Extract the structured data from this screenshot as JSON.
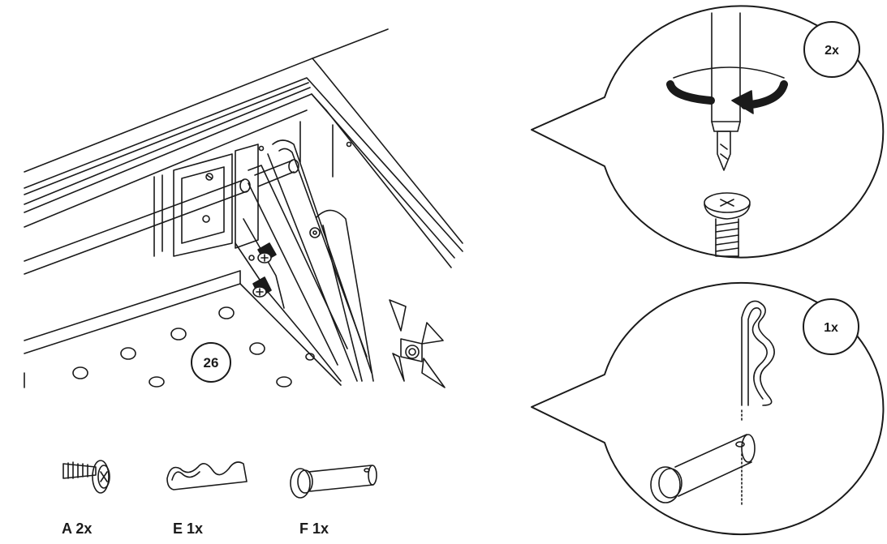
{
  "step": {
    "number": "26"
  },
  "callouts": [
    {
      "id": "screw-detail",
      "quantity": "2x",
      "icon": "screwdriver-turning-screw"
    },
    {
      "id": "pin-detail",
      "quantity": "1x",
      "icon": "hair-pin-clip-into-clevis-pin"
    }
  ],
  "parts": [
    {
      "id": "A",
      "label": "A 2x",
      "icon": "screw-icon"
    },
    {
      "id": "E",
      "label": "E 1x",
      "icon": "hair-pin-clip-icon"
    },
    {
      "id": "F",
      "label": "F 1x",
      "icon": "clevis-pin-icon"
    }
  ],
  "colors": {
    "line": "#1a1a1a",
    "background": "#ffffff",
    "hole_fill": "#ffffff"
  }
}
